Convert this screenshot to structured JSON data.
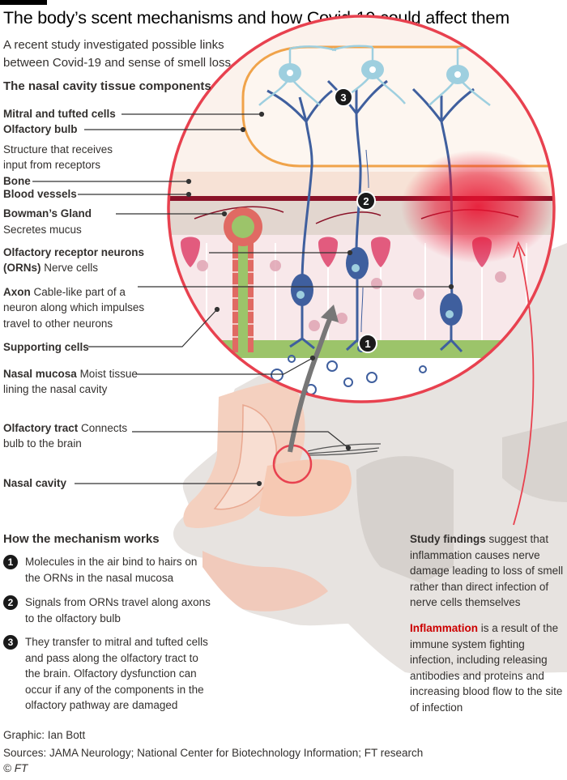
{
  "title": "The body’s scent mechanisms and how Covid-19 could affect them",
  "intro": "A recent study investigated possible links between Covid-19 and sense of smell loss",
  "components_heading": "The nasal cavity tissue components",
  "labels": {
    "mitral_name": "Mitral and tufted cells",
    "bulb_name": "Olfactory bulb",
    "bulb_desc_1": "Structure that receives",
    "bulb_desc_2": "input from receptors",
    "bone_name": "Bone",
    "vessels_name": "Blood vessels",
    "gland_name": "Bowman’s Gland",
    "gland_desc": "Secretes mucus",
    "orn_name_1": "Olfactory receptor neurons",
    "orn_name_2": "(ORNs)",
    "orn_desc": "Nerve cells",
    "axon_name": "Axon",
    "axon_desc_1": "Cable-like part of a",
    "axon_desc_2": "neuron along which impulses",
    "axon_desc_3": "travel to other neurons",
    "supporting_name": "Supporting cells",
    "mucosa_name": "Nasal mucosa",
    "mucosa_desc_1": "Moist tissue",
    "mucosa_desc_2": "lining the nasal cavity",
    "tract_name": "Olfactory tract",
    "tract_desc_1": "Connects",
    "tract_desc_2": "bulb to the brain",
    "cavity_name": "Nasal cavity"
  },
  "diagram_markers": [
    "1",
    "2",
    "3"
  ],
  "mechanism": {
    "heading": "How the mechanism works",
    "steps": [
      {
        "num": "1",
        "text": "Molecules in the air bind to hairs on the ORNs in the nasal mucosa"
      },
      {
        "num": "2",
        "text": "Signals from ORNs travel along axons to the olfactory bulb"
      },
      {
        "num": "3",
        "text": "They transfer to mitral and tufted cells and pass along the olfactory tract to the brain. Olfactory dysfunction can occur if any of the components in the olfactory pathway are damaged"
      }
    ]
  },
  "findings": {
    "lead": "Study findings",
    "text": "suggest that inflammation causes nerve damage leading to loss of smell rather than direct infection of nerve cells themselves"
  },
  "inflammation": {
    "lead": "Inflammation",
    "text": "is a result of the immune system fighting infection, including releasing antibodies and proteins and increasing blood flow to the site of infection"
  },
  "credits": {
    "graphic": "Graphic: Ian Bott",
    "sources": "Sources: JAMA Neurology; National Center for Biotechnology Information; FT research",
    "copyright": "© FT"
  },
  "colors": {
    "circle_outline": "#e8414f",
    "neuron": "#3f5f9e",
    "mitral": "#9ecfdf",
    "bulb_outline": "#f0a34a",
    "mucosa": "#9cc46a",
    "gland": "#d9534f",
    "inflammation": "#e8102e",
    "head": "#e9e6e4"
  }
}
